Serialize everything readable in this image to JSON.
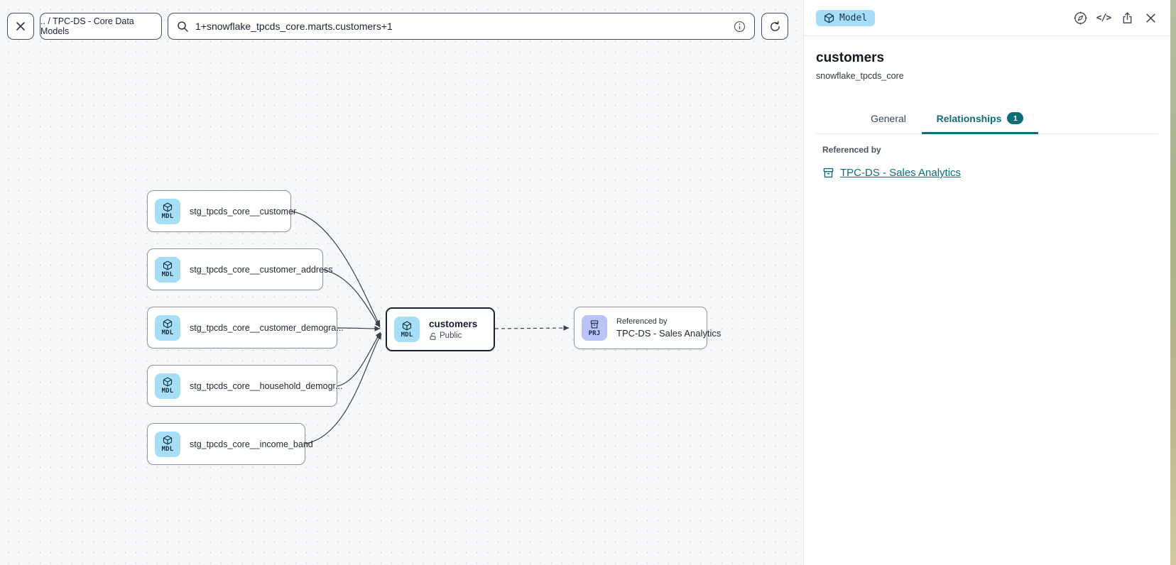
{
  "toolbar": {
    "breadcrumb": ".. / TPC-DS - Core Data Models",
    "search_value": "1+snowflake_tpcds_core.marts.customers+1"
  },
  "canvas": {
    "upstream_nodes": [
      {
        "badge": "MDL",
        "label": "stg_tpcds_core__customer"
      },
      {
        "badge": "MDL",
        "label": "stg_tpcds_core__customer_address"
      },
      {
        "badge": "MDL",
        "label": "stg_tpcds_core__customer_demogra..."
      },
      {
        "badge": "MDL",
        "label": "stg_tpcds_core__household_demogr..."
      },
      {
        "badge": "MDL",
        "label": "stg_tpcds_core__income_band"
      }
    ],
    "center_node": {
      "badge": "MDL",
      "title": "customers",
      "visibility": "Public"
    },
    "downstream_node": {
      "badge": "PRJ",
      "caption": "Referenced by",
      "title": "TPC-DS - Sales Analytics"
    }
  },
  "panel": {
    "type_badge": "Model",
    "title": "customers",
    "subtitle": "snowflake_tpcds_core",
    "tabs": {
      "general": "General",
      "relationships": "Relationships",
      "relationships_count": "1"
    },
    "referenced_by_label": "Referenced by",
    "referenced_by_link": "TPC-DS - Sales Analytics"
  },
  "colors": {
    "accent_teal": "#0e6d76",
    "model_badge_blue": "#a5dcf6",
    "project_badge_indigo": "#bac5f7",
    "canvas_bg": "#f7f8fa",
    "border_dark": "#454e5d"
  }
}
